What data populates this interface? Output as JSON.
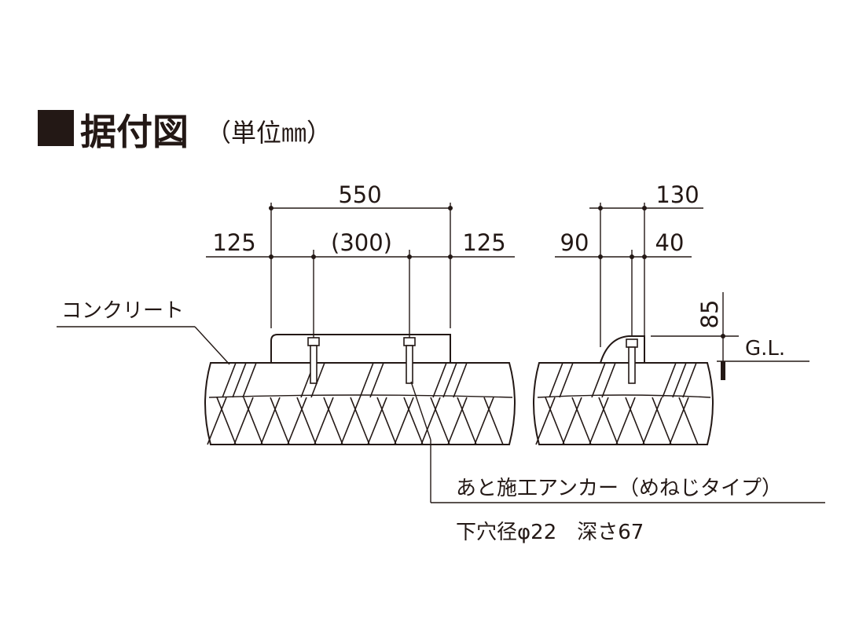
{
  "title": {
    "text": "据付図",
    "unit": "（単位㎜）"
  },
  "dimensions": {
    "front_total": "550",
    "front_left": "125",
    "front_center": "(300)",
    "front_right": "125",
    "side_total": "130",
    "side_left": "90",
    "side_right": "40",
    "height": "85"
  },
  "labels": {
    "concrete": "コンクリート",
    "ground_level": "G.L.",
    "anchor": "あと施工アンカー（めねじタイプ）",
    "hole": "下穴径φ22　深さ67"
  }
}
